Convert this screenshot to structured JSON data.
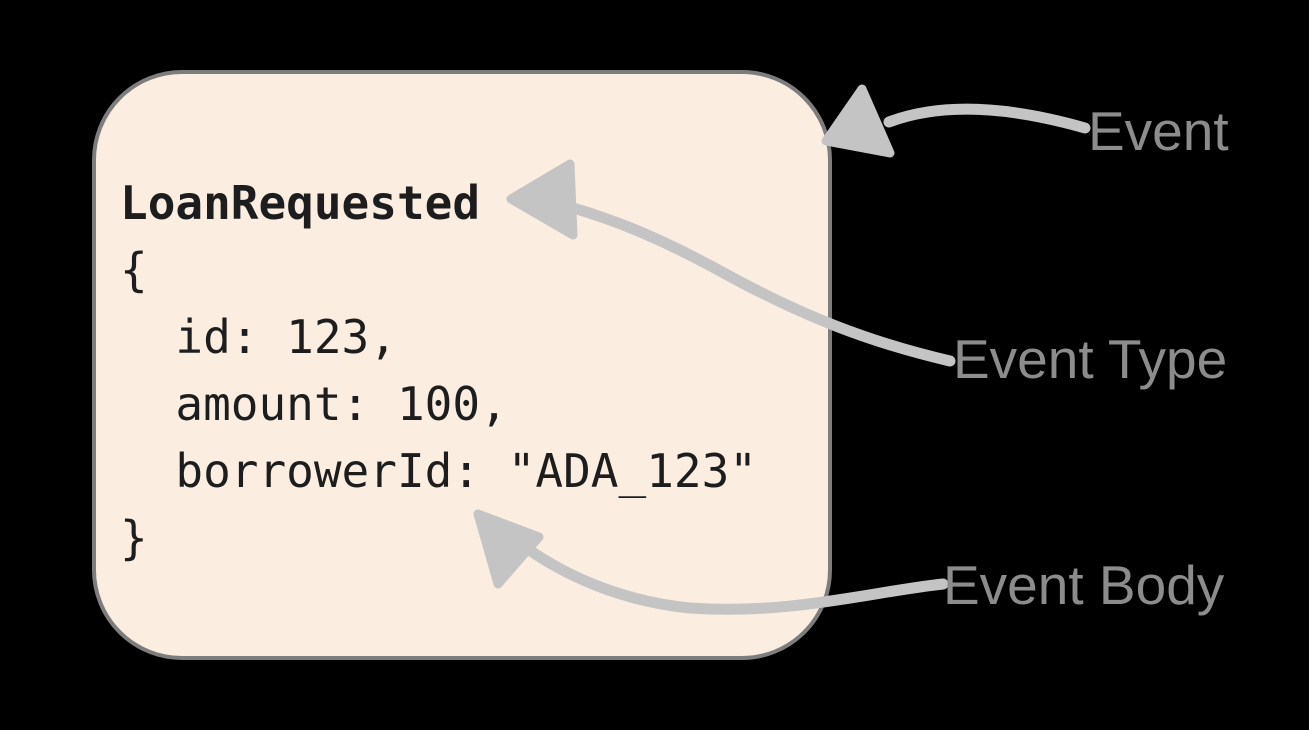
{
  "diagram": {
    "card": {
      "title": "LoanRequested",
      "body_lines": [
        "{",
        "  id: 123,",
        "  amount: 100,",
        "  borrowerId: \"ADA_123\"",
        "}"
      ]
    },
    "labels": {
      "event": "Event",
      "event_type": "Event Type",
      "event_body": "Event Body"
    },
    "colors": {
      "background": "#000000",
      "card_fill": "#fbeee1",
      "card_border": "#7d7d7d",
      "code_text": "#1d1d1d",
      "label_text": "#8c8c8c",
      "arrow": "#c4c4c4"
    }
  }
}
